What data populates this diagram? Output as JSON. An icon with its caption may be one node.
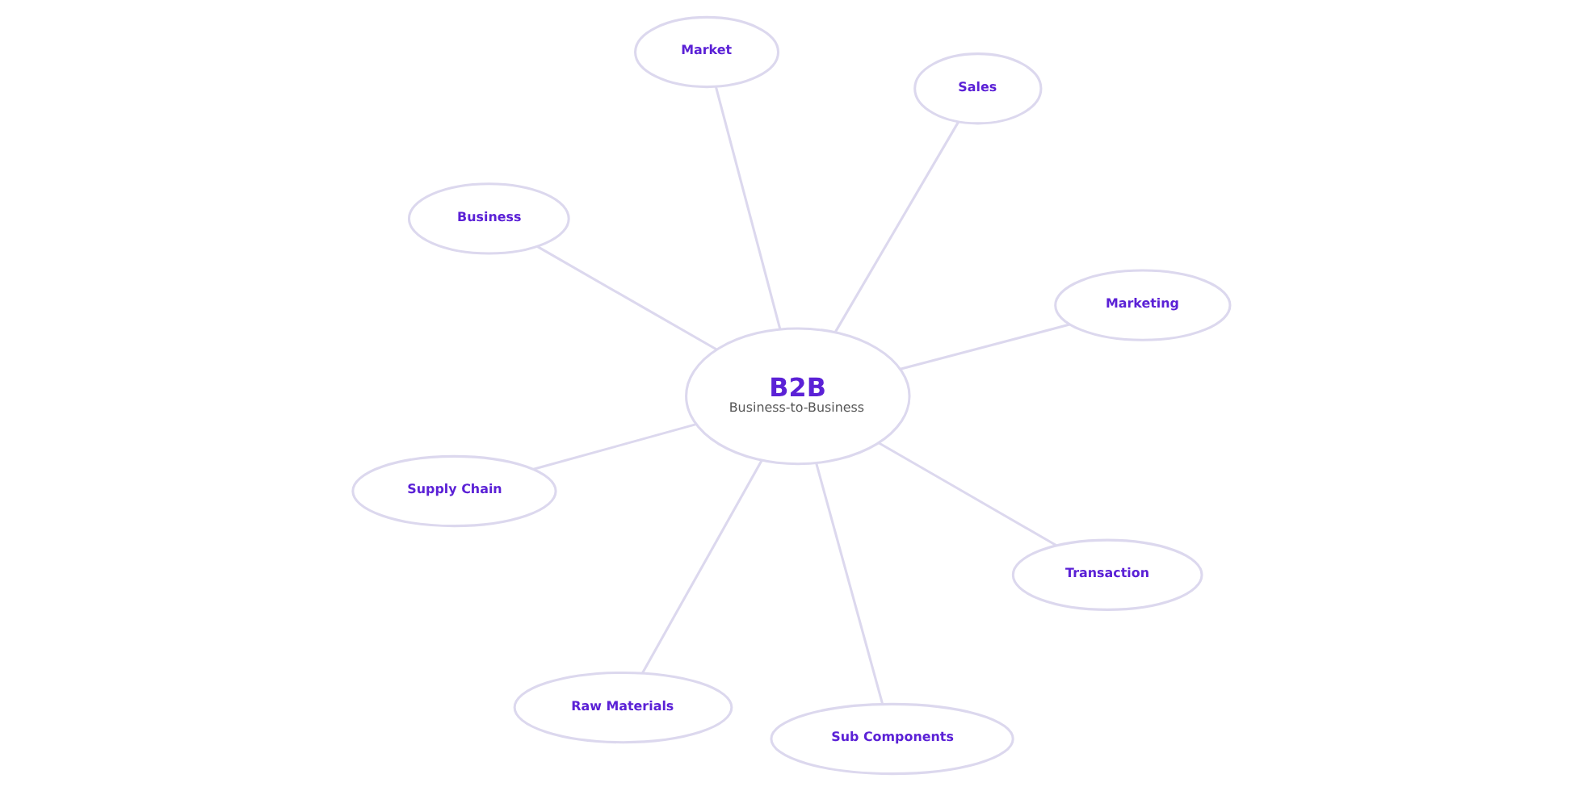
{
  "diagram": {
    "nodes": [
      {
        "text": [
          "B2B",
          "Business-to-Business"
        ]
      },
      {
        "text": [
          "Marketing"
        ]
      },
      {
        "text": [
          "Raw Materials"
        ]
      },
      {
        "text": [
          "Business"
        ]
      },
      {
        "text": [
          "Sales"
        ]
      },
      {
        "text": [
          "Market"
        ]
      },
      {
        "text": [
          "Supply Chain"
        ]
      },
      {
        "text": [
          "Transaction"
        ]
      },
      {
        "text": [
          "Sub Components"
        ]
      }
    ],
    "edges": [
      {
        "from": 0,
        "to": 1,
        "arrow": "none"
      },
      {
        "from": 0,
        "to": 2,
        "arrow": "none"
      },
      {
        "from": 0,
        "to": 3,
        "arrow": "none"
      },
      {
        "from": 0,
        "to": 4,
        "arrow": "none"
      },
      {
        "from": 0,
        "to": 5,
        "arrow": "none"
      },
      {
        "from": 0,
        "to": 6,
        "arrow": "none"
      },
      {
        "from": 0,
        "to": 7,
        "arrow": "none"
      },
      {
        "from": 0,
        "to": 8,
        "arrow": "none"
      }
    ]
  }
}
